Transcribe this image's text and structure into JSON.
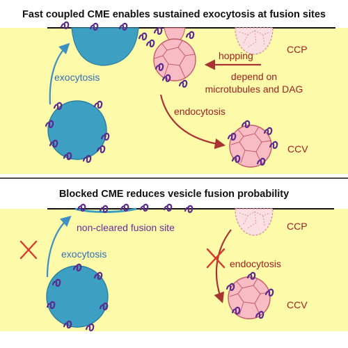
{
  "top_panel": {
    "title": "Fast coupled CME enables sustained exocytosis at fusion sites",
    "exocytosis": "exocytosis",
    "ccp": "CCP",
    "hopping": "hopping",
    "depend_line1": "depend on",
    "depend_line2": "microtubules and DAG",
    "endocytosis": "endocytosis",
    "ccv": "CCV"
  },
  "bottom_panel": {
    "title": "Blocked CME reduces vesicle fusion probability",
    "non_cleared": "non-cleared fusion site",
    "exocytosis": "exocytosis",
    "ccp": "CCP",
    "endocytosis": "endocytosis",
    "ccv": "CCV"
  },
  "colors": {
    "cytoplasm": "#fdfaa9",
    "vesicle": "#3d9fc2",
    "clathrin": "#f8bcc4",
    "protein": "#5c2a8e",
    "exo_arrow": "#3d8fc4",
    "endo_arrow": "#a93232",
    "block_cross": "#d73a2e",
    "exo_text": "#2e6fb8",
    "endo_text": "#a02020",
    "site_text": "#6a2a9a"
  }
}
